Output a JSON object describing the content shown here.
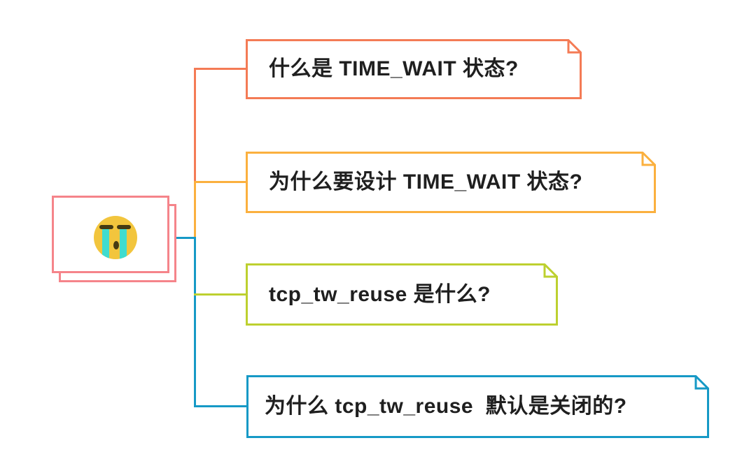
{
  "canvas": {
    "background": "#FFFFFF",
    "text_color": "#1F1F1F"
  },
  "root_node": {
    "type": "stacked-note-cards",
    "emoji": "crying-face",
    "card_border_color": "#F5848A",
    "emoji_colors": {
      "face": "#F2C53D",
      "tears": "#3FDCCF",
      "features": "#453A13"
    }
  },
  "branches": [
    {
      "id": 1,
      "label": "什么是 TIME_WAIT 状态?",
      "color": "#F47B55"
    },
    {
      "id": 2,
      "label": "为什么要设计 TIME_WAIT 状态?",
      "color": "#FBB03E"
    },
    {
      "id": 3,
      "label": "tcp_tw_reuse 是什么?",
      "color": "#BDD02F"
    },
    {
      "id": 4,
      "label": "为什么 tcp_tw_reuse  默认是关闭的?",
      "color": "#1699C6"
    }
  ]
}
